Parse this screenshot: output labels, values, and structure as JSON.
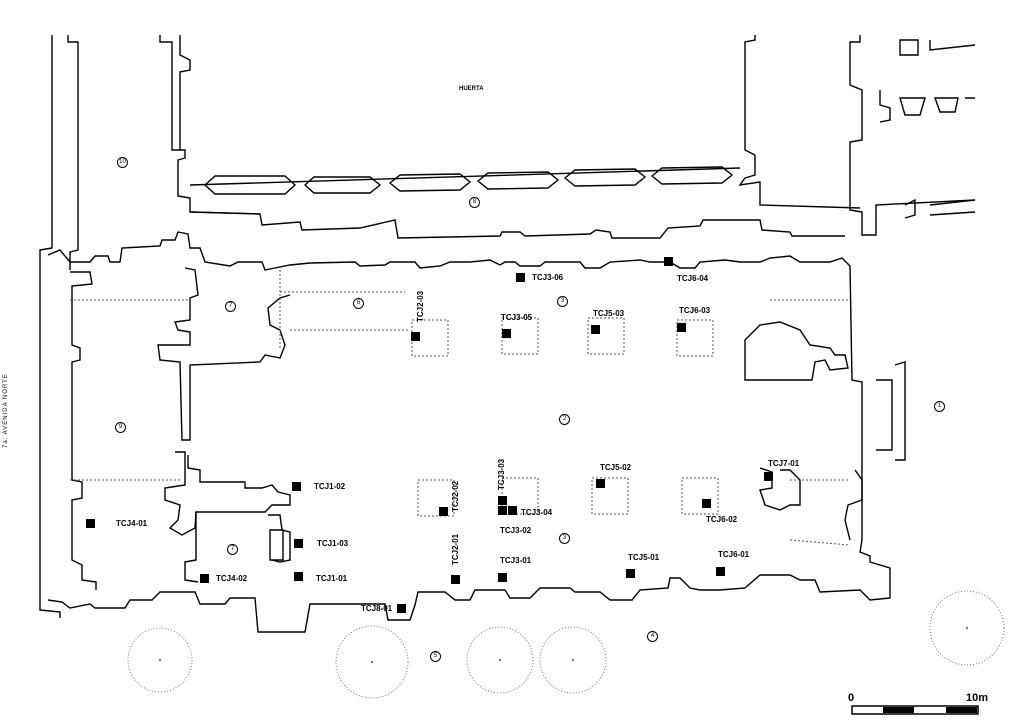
{
  "labels": {
    "huerta": "HUERTA",
    "street": "7a. AVENIDA NORTE"
  },
  "scale": {
    "start": "0",
    "end": "10m"
  },
  "space_numbers": {
    "n1": "1",
    "n2": "2",
    "n3a": "3",
    "n3b": "3",
    "n4": "4",
    "n5": "5",
    "n6": "6",
    "n7a": "7",
    "n7b": "7",
    "n8": "8",
    "n9": "9",
    "n10": "10"
  },
  "test_pits": {
    "tcj1_01": "TCJ1-01",
    "tcj1_02": "TCJ1-02",
    "tcj1_03": "TCJ1-03",
    "tcj2_01": "TCJ2-01",
    "tcj2_02": "TCJ2-02",
    "tcj2_03": "TCJ2-03",
    "tcj3_01": "TCJ3-01",
    "tcj3_02": "TCJ3-02",
    "tcj3_03": "TCJ3-03",
    "tcj3_04": "TCJ3-04",
    "tcj3_05": "TCJ3-05",
    "tcj3_06": "TCJ3-06",
    "tcj4_01": "TCJ4-01",
    "tcj4_02": "TCJ4-02",
    "tcj5_01": "TCJ5-01",
    "tcj5_02": "TCJ5-02",
    "tcj5_03": "TCJ5-03",
    "tcj6_01": "TCJ6-01",
    "tcj6_02": "TCJ6-02",
    "tcj6_03": "TCJ6-03",
    "tcj6_04": "TCJ6-04",
    "tcj7_01": "TCJ7-01",
    "tcj8_01": "TCJ8-01"
  },
  "colors": {
    "ink": "#000000",
    "paper": "#ffffff",
    "hatch": "#9a9a9a"
  }
}
